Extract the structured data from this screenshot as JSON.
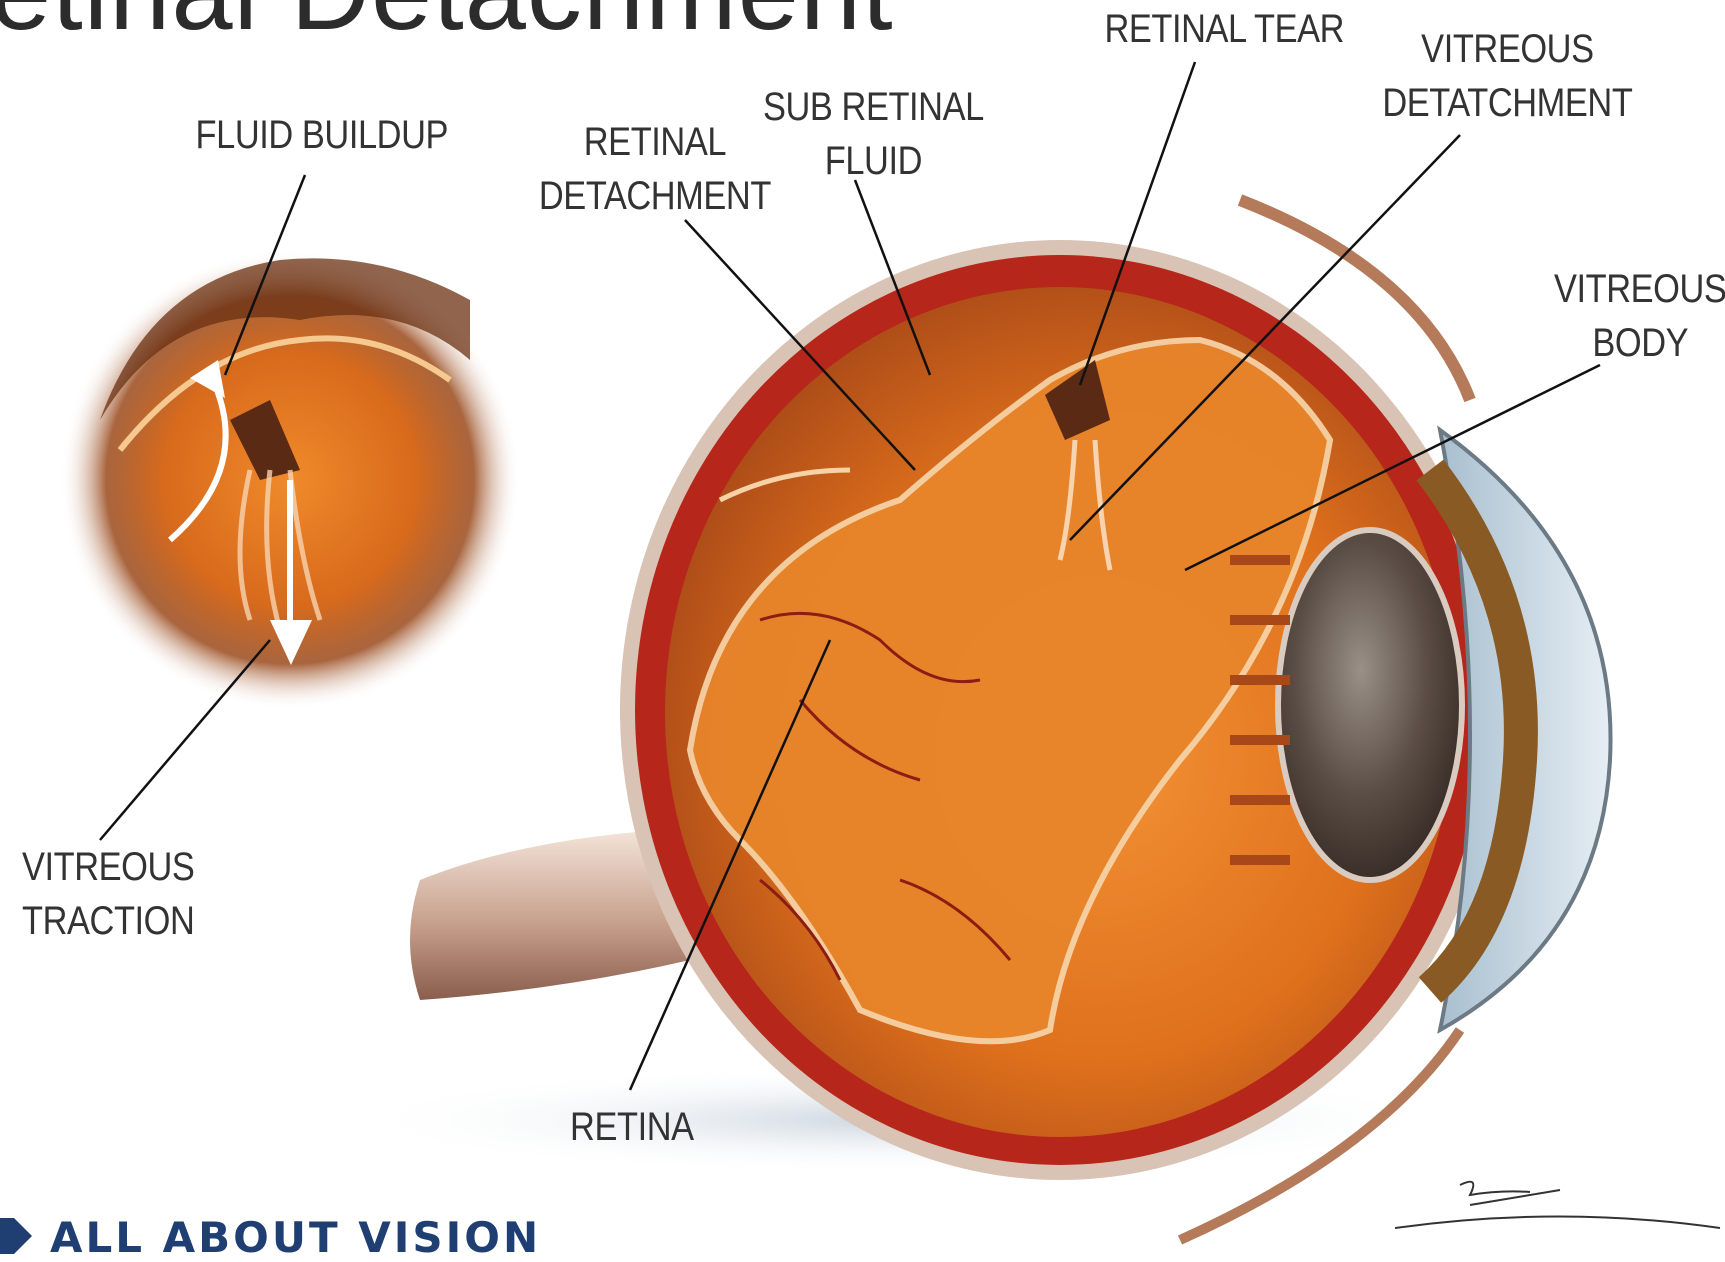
{
  "title": "etinal Detachment",
  "labels": {
    "fluid_buildup": "FLUID BUILDUP",
    "retinal_detachment": [
      "RETINAL",
      "DETACHMENT"
    ],
    "sub_retinal_fluid": [
      "SUB RETINAL",
      "FLUID"
    ],
    "retinal_tear": "RETINAL TEAR",
    "vitreous_detachment": [
      "VITREOUS",
      "DETATCHMENT"
    ],
    "vitreous_body": [
      "VITREOUS",
      "BODY"
    ],
    "vitreous_traction": [
      "VITREOUS",
      "TRACTION"
    ],
    "retina": "RETINA"
  },
  "brand": {
    "name": "ALL ABOUT VISION",
    "color": "#1f3f73"
  },
  "colors": {
    "tissue": "#e0731a",
    "sclera_red": "#b6261a",
    "text": "#333333"
  },
  "icons": [
    "brand-chevron-icon",
    "artist-signature-icon"
  ]
}
